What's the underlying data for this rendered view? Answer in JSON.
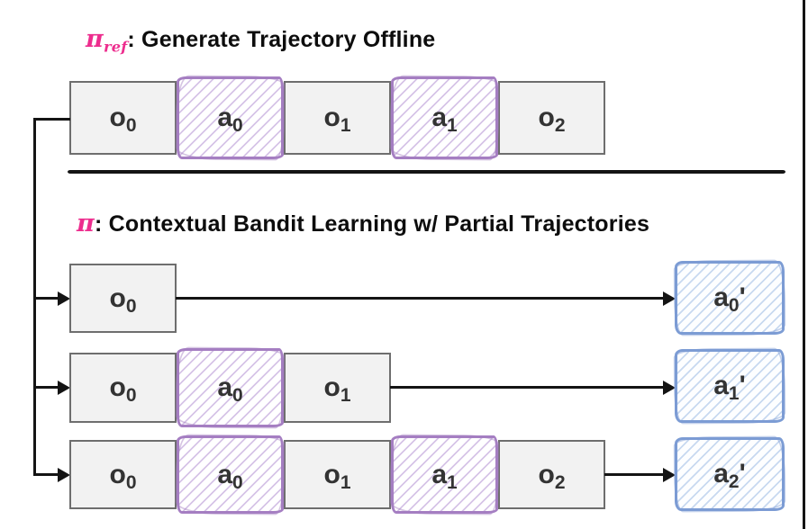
{
  "offline": {
    "title_pi": "π",
    "title_pi_sub": "ref",
    "title_text": ": Generate Trajectory Offline",
    "cells": [
      {
        "base": "o",
        "sub": "0"
      },
      {
        "base": "a",
        "sub": "0"
      },
      {
        "base": "o",
        "sub": "1"
      },
      {
        "base": "a",
        "sub": "1"
      },
      {
        "base": "o",
        "sub": "2"
      }
    ]
  },
  "online": {
    "title_pi": "π",
    "title_text": ": Contextual Bandit Learning w/ Partial Trajectories",
    "rows": [
      {
        "context": [
          {
            "base": "o",
            "sub": "0"
          }
        ],
        "proposed": {
          "base": "a",
          "sub": "0",
          "prime": "'"
        }
      },
      {
        "context": [
          {
            "base": "o",
            "sub": "0"
          },
          {
            "base": "a",
            "sub": "0"
          },
          {
            "base": "o",
            "sub": "1"
          }
        ],
        "proposed": {
          "base": "a",
          "sub": "1",
          "prime": "'"
        }
      },
      {
        "context": [
          {
            "base": "o",
            "sub": "0"
          },
          {
            "base": "a",
            "sub": "0"
          },
          {
            "base": "o",
            "sub": "1"
          },
          {
            "base": "a",
            "sub": "1"
          },
          {
            "base": "o",
            "sub": "2"
          }
        ],
        "proposed": {
          "base": "a",
          "sub": "2",
          "prime": "'"
        }
      }
    ]
  },
  "colors": {
    "pi_accent": "#ed2d8e",
    "observation_fill": "#f2f2f2",
    "observation_border": "#6e6e6e",
    "action_border": "#a57ec2",
    "action_hatch": "#d6c4e7",
    "proposed_border": "#7c9cd4",
    "proposed_hatch": "#c8d9f0",
    "line": "#141414"
  }
}
